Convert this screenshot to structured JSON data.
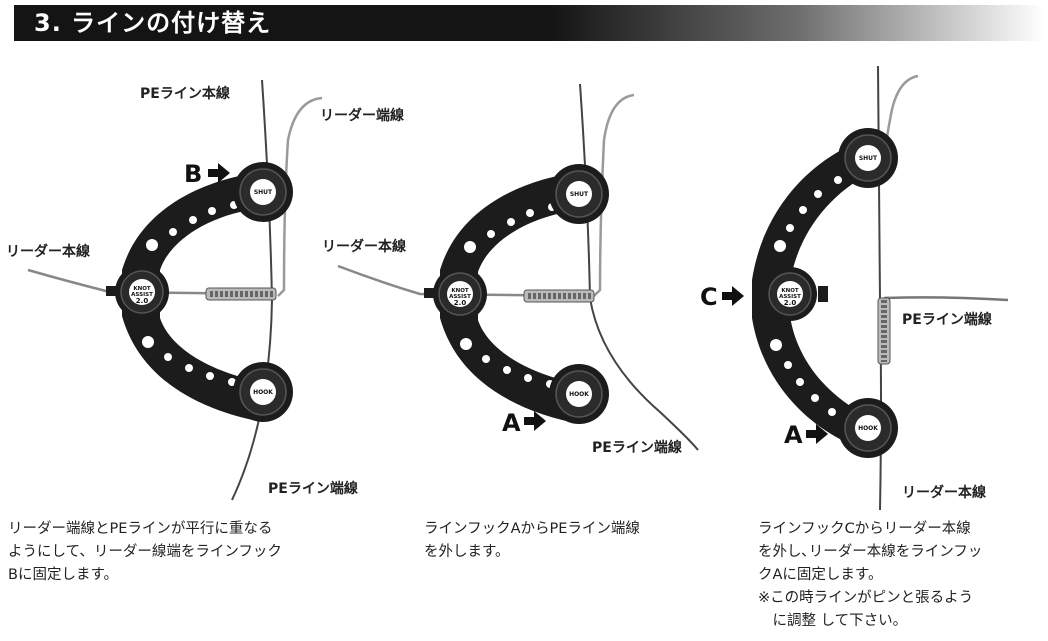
{
  "header": {
    "title": "3. ラインの付け替え"
  },
  "device": {
    "knot_text_1": "KNOT",
    "knot_text_2": "ASSIST",
    "knot_text_3": "2.0",
    "shut_text": "SHUT",
    "hook_text": "HOOK"
  },
  "panels": [
    {
      "labels": {
        "pe_main": "PEライン本線",
        "leader_end": "リーダー端線",
        "leader_main": "リーダー本線",
        "pe_end": "PEライン端線"
      },
      "arrow_letter": "B",
      "caption": "リーダー端線とPEラインが平行に重なる\nようにして、リーダー線端をラインフック\nBに固定します。"
    },
    {
      "labels": {
        "leader_main": "リーダー本線",
        "pe_end": "PEライン端線"
      },
      "arrow_letter": "A",
      "caption": "ラインフックAからPEライン端線\nを外します。"
    },
    {
      "labels": {
        "pe_end": "PEライン端線",
        "leader_main": "リーダー本線"
      },
      "arrow_letters": [
        "C",
        "A"
      ],
      "caption": "ラインフックCからリーダー本線\nを外し､リーダー本線をラインフッ\nクAに固定します。\n※この時ラインがピンと張るよう\n　に調整 して下さい。"
    }
  ]
}
